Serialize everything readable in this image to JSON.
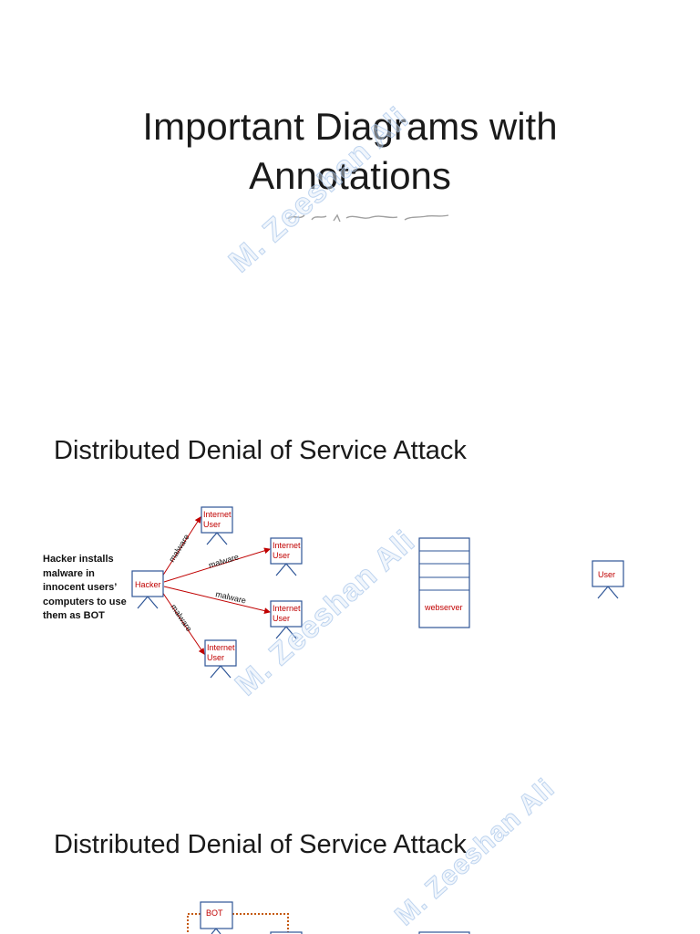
{
  "title_slide": {
    "title_line1": "Important Diagrams with",
    "title_line2": "Annotations"
  },
  "watermark": "M. Zeeshan Ali",
  "ddos_slide_1": {
    "title": "Distributed Denial of Service Attack",
    "annotation": "Hacker installs malware in innocent users’ computers to use them as BOT",
    "hacker_label": "Hacker",
    "internet_user_label_line1": "Internet",
    "internet_user_label_line2": "User",
    "edge_label": "malware",
    "webserver_label": "webserver",
    "user_label": "User"
  },
  "ddos_slide_2": {
    "title": "Distributed Denial of Service Attack",
    "bot_label": "BOT"
  },
  "colors": {
    "node_border": "#2e5597",
    "node_text": "#c00000",
    "arrow": "#c00000",
    "bot_dotted": "#c55a11",
    "watermark": "#a9c6ea"
  }
}
